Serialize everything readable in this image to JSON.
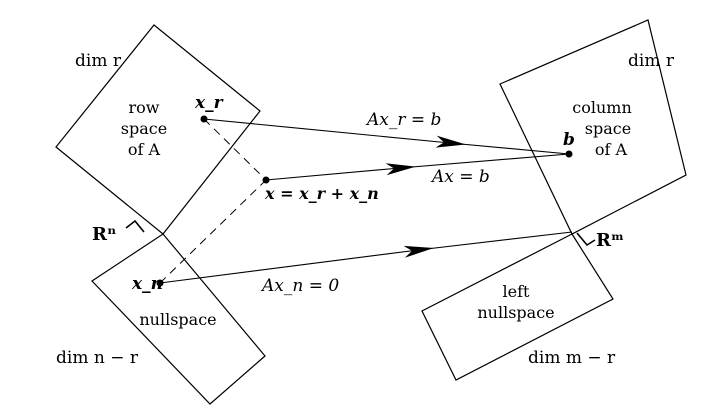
{
  "labels": {
    "dim_r_left": "dim r",
    "dim_r_right": "dim r",
    "row_space": [
      "row",
      "space",
      "of A"
    ],
    "column_space": [
      "column",
      "space",
      "of A"
    ],
    "nullspace": "nullspace",
    "left_nullspace": [
      "left",
      "nullspace"
    ],
    "dim_n_minus_r": "dim n − r",
    "dim_m_minus_r": "dim m − r",
    "Rn": "Rⁿ",
    "Rm": "Rᵐ",
    "x_r": "x_r",
    "x_n": "x_n",
    "b": "b",
    "x_eq": "x = x_r + x_n",
    "eq_Axr": "Ax_r = b",
    "eq_Ax": "Ax = b",
    "eq_Axn": "Ax_n = 0"
  }
}
